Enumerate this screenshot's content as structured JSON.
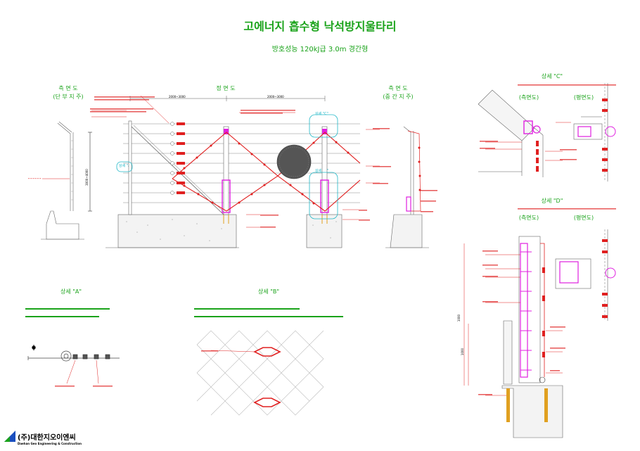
{
  "title": "고에너지 흡수형 낙석방지울타리",
  "subtitle": "방호성능 120kJ급 3.0m 경간형",
  "views": {
    "side_end": {
      "title": "측 면 도",
      "sub": "(단 부 지 주)"
    },
    "front": {
      "title": "정 면 도"
    },
    "side_mid": {
      "title": "측 면 도",
      "sub": "(중 간 지 주)"
    },
    "detail_a": {
      "title": "상세 \"A\""
    },
    "detail_b": {
      "title": "상세 \"B\""
    },
    "detail_c": {
      "title": "상세 \"C\"",
      "left": "(측면도)",
      "right": "(평면도)"
    },
    "detail_d": {
      "title": "상세 \"D\"",
      "left": "(측면도)",
      "right": "(평면도)"
    }
  },
  "callouts": {
    "a": "상세 \"A\"",
    "c": "상세 \"C\"",
    "d": "상세 \"D\""
  },
  "dimensions": {
    "left_span": "2000~3000",
    "right_span": "2000~3000",
    "end_post_height": "3000~4000",
    "d_height": "1000",
    "d_height2": "1000"
  },
  "company": {
    "name": "(주)대한지오이엔씨",
    "name_en": "Daehan Geo Engineering & Construction"
  },
  "colors": {
    "green": "#1aa31a",
    "red": "#e02020",
    "magenta": "#e020e0",
    "cyan": "#22b8c8",
    "blue": "#1a4fbf"
  }
}
